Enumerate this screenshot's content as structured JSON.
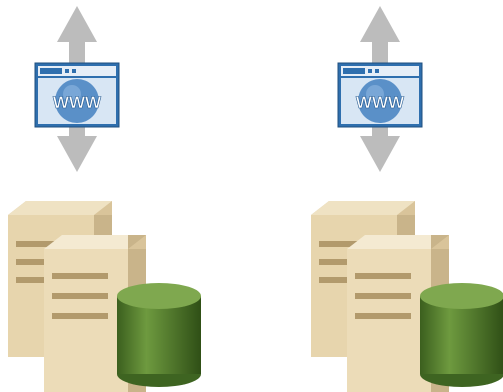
{
  "diagram": {
    "nodes": [
      {
        "id": "left",
        "browser_label": "WWW",
        "icons": [
          "bidirectional-arrow-icon",
          "web-browser-icon",
          "server-stack-icon",
          "database-icon"
        ]
      },
      {
        "id": "right",
        "browser_label": "WWW",
        "icons": [
          "bidirectional-arrow-icon",
          "web-browser-icon",
          "server-stack-icon",
          "database-icon"
        ]
      }
    ],
    "colors": {
      "arrow": "#bcbcbc",
      "browser_frame": "#2f6fae",
      "browser_globe": "#5a90c8",
      "server_body": "#ecdcb8",
      "server_shadow": "#c9b48a",
      "server_lines": "#b29a6c",
      "database_body": "#4f7a2a",
      "database_top": "#7fa84f"
    }
  }
}
